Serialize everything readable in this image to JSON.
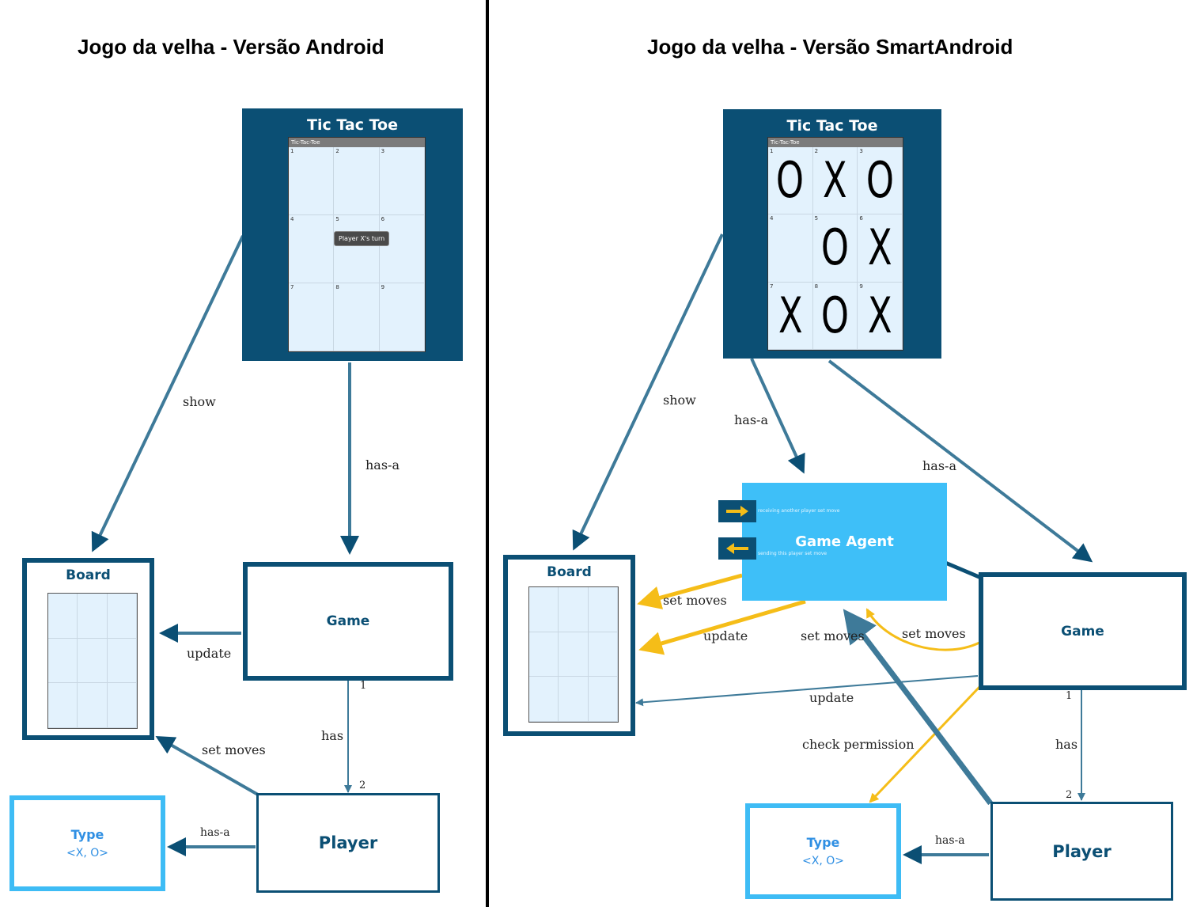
{
  "titles": {
    "left": "Jogo da velha - Versão Android",
    "right": "Jogo da velha - Versão SmartAndroid"
  },
  "colors": {
    "dark_blue": "#0b4f74",
    "mid_blue": "#3e7a99",
    "light_blue": "#3ebff8",
    "type_border": "#3ebcf5",
    "type_text": "#2f8fe3",
    "yellow": "#f5bd18",
    "screen_bg": "#e3f2fd"
  },
  "left": {
    "phone": {
      "title": "Tic Tac Toe",
      "bar": "Tic-Tac-Toe",
      "cells": [
        "1",
        "2",
        "3",
        "4",
        "5",
        "6",
        "7",
        "8",
        "9"
      ],
      "toast": "Player X's turn"
    },
    "board": {
      "label": "Board"
    },
    "game": {
      "label": "Game"
    },
    "player": {
      "label": "Player"
    },
    "type": {
      "label": "Type",
      "values": "<X, O>"
    },
    "edges": {
      "show": "show",
      "has_a_game": "has-a",
      "update": "update",
      "has": "has",
      "mult_1": "1",
      "mult_2": "2",
      "set_moves": "set moves",
      "has_a_type": "has-a"
    }
  },
  "right": {
    "phone": {
      "title": "Tic Tac Toe",
      "bar": "Tic-Tac-Toe",
      "cells": [
        "1",
        "2",
        "3",
        "4",
        "5",
        "6",
        "7",
        "8",
        "9"
      ],
      "marks": [
        "O",
        "X",
        "O",
        "",
        "O",
        "X",
        "X",
        "O",
        "X"
      ]
    },
    "board": {
      "label": "Board"
    },
    "agent": {
      "label": "Game Agent",
      "port_in": "receiving another player set move",
      "port_out": "sending this player set move"
    },
    "game": {
      "label": "Game"
    },
    "player": {
      "label": "Player"
    },
    "type": {
      "label": "Type",
      "values": "<X, O>"
    },
    "edges": {
      "show": "show",
      "has_a_agent": "has-a",
      "has_a_game": "has-a",
      "set_moves_board": "set moves",
      "update_agent": "update",
      "set_moves_player": "set moves",
      "set_moves_game": "set moves",
      "update_game": "update",
      "check_permission": "check permission",
      "has": "has",
      "mult_1": "1",
      "mult_2": "2",
      "has_a_type": "has-a"
    }
  }
}
